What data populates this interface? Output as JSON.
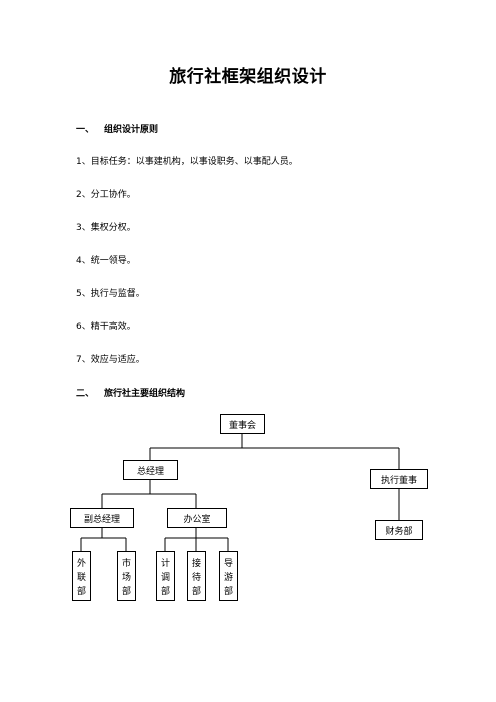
{
  "document": {
    "title": "旅行社框架组织设计",
    "section1": {
      "number": "一、",
      "title": "组织设计原则"
    },
    "principles": [
      "1、目标任务：以事建机构，以事设职务、以事配人员。",
      "2、分工协作。",
      "3、集权分权。",
      "4、统一领导。",
      "5、执行与监督。",
      "6、精干高效。",
      "7、效应与适应。"
    ],
    "section2": {
      "number": "二、",
      "title": "旅行社主要组织结构"
    }
  },
  "org_chart": {
    "board": "董事会",
    "general_manager": "总经理",
    "executive_director": "执行董事",
    "deputy_gm": "副总经理",
    "office": "办公室",
    "finance": "财务部",
    "departments": [
      [
        "外",
        "联",
        "部"
      ],
      [
        "市",
        "场",
        "部"
      ],
      [
        "计",
        "调",
        "部"
      ],
      [
        "接",
        "待",
        "部"
      ],
      [
        "导",
        "游",
        "部"
      ]
    ]
  }
}
